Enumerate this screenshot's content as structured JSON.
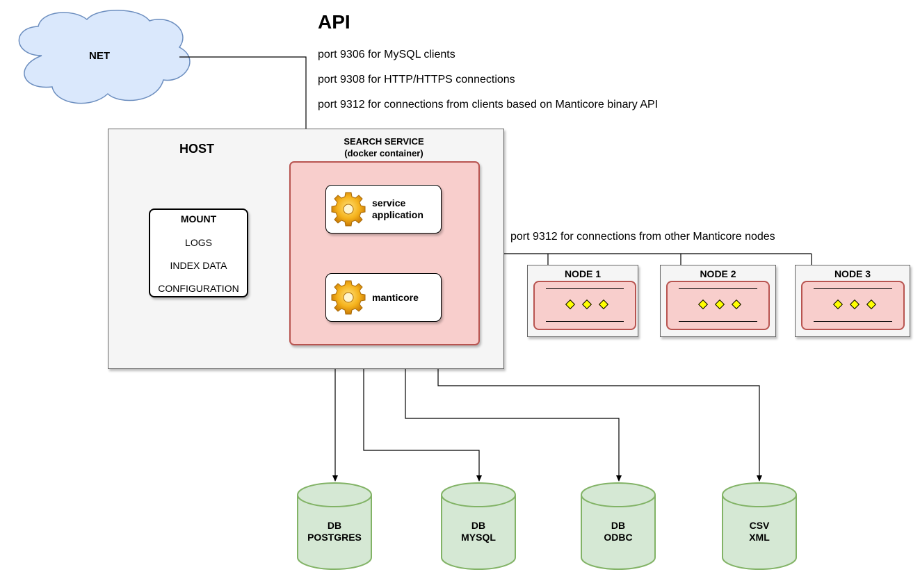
{
  "api": {
    "title": "API",
    "lines": [
      "port 9306 for MySQL clients",
      "port 9308 for HTTP/HTTPS connections",
      "port 9312 for connections from clients based on Manticore binary API"
    ]
  },
  "net": {
    "label": "NET"
  },
  "host": {
    "label": "HOST"
  },
  "search_service": {
    "title_line1": "SEARCH SERVICE",
    "title_line2": "(docker container)"
  },
  "service_application": {
    "line1": "service",
    "line2": "application"
  },
  "manticore": {
    "label": "manticore"
  },
  "mount": {
    "title": "MOUNT",
    "items": [
      "LOGS",
      "INDEX DATA",
      "CONFIGURATION"
    ]
  },
  "nodes_port_text": "port 9312 for connections from other Manticore nodes",
  "nodes": [
    {
      "label": "NODE 1"
    },
    {
      "label": "NODE 2"
    },
    {
      "label": "NODE 3"
    }
  ],
  "databases": [
    {
      "line1": "DB",
      "line2": "POSTGRES"
    },
    {
      "line1": "DB",
      "line2": "MYSQL"
    },
    {
      "line1": "DB",
      "line2": "ODBC"
    },
    {
      "line1": "CSV",
      "line2": "XML"
    }
  ],
  "icons": {
    "gear": "gear-icon",
    "cloud": "cloud-icon",
    "cylinder": "database-icon"
  },
  "colors": {
    "cloud_fill": "#dae8fc",
    "cloud_stroke": "#6c8ebf",
    "container_fill": "#f8cecc",
    "container_stroke": "#b85450",
    "db_fill": "#d5e8d4",
    "db_stroke": "#82b366",
    "host_fill": "#f5f5f5",
    "diamond": "#ffff00"
  }
}
